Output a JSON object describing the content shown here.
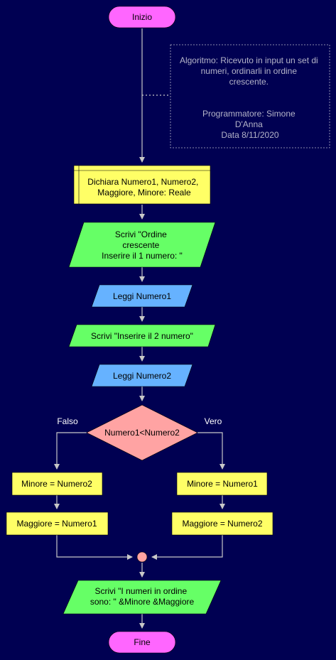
{
  "colors": {
    "background": "#000052",
    "terminal": "#FF66FF",
    "declaration": "#FFFF66",
    "output": "#66FF66",
    "input": "#66B2FF",
    "decision": "#FFA3A3",
    "connector": "#FFA3A3",
    "arrow": "#C8C8C8",
    "comment_text": "#B4B4C8",
    "label_text": "#FFFFFF"
  },
  "nodes": {
    "start": "Inizio",
    "declare": [
      "Dichiara Numero1, Numero2,",
      "Maggiore, Minore: Reale"
    ],
    "write1": [
      "Scrivi \"Ordine",
      "crescente",
      "Inserire il 1 numero: \""
    ],
    "read1": "Leggi Numero1",
    "write2": "Scrivi \"Inserire il 2 numero\"",
    "read2": "Leggi Numero2",
    "decision": "Numero1<Numero2",
    "false_label": "Falso",
    "true_label": "Vero",
    "min_false": "Minore = Numero2",
    "max_false": "Maggiore = Numero1",
    "min_true": "Minore = Numero1",
    "max_true": "Maggiore = Numero2",
    "write3": [
      "Scrivi \"I numeri in ordine",
      "sono: \" &Minore &Maggiore"
    ],
    "end": "Fine"
  },
  "comment": [
    "Algoritmo: Ricevuto in input un set di",
    "numeri, ordinarli in ordine",
    "crescente.",
    "",
    "Programmatore: Simone",
    "D'Anna",
    "Data 8/11/2020"
  ]
}
